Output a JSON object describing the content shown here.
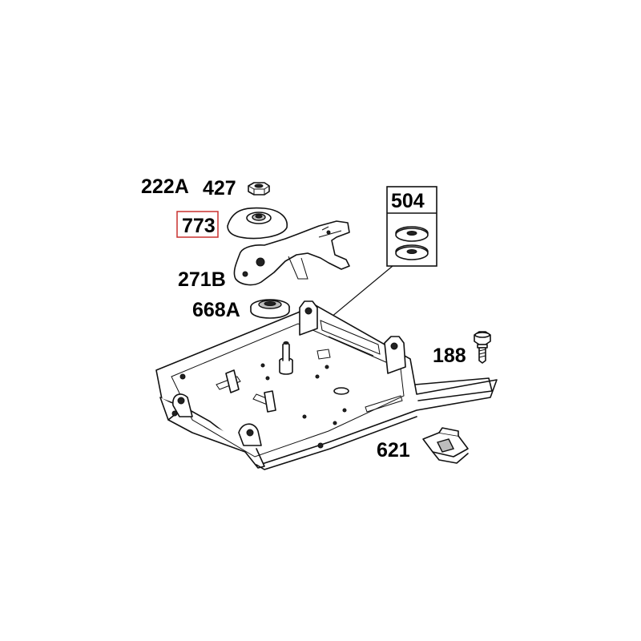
{
  "diagram": {
    "labels": {
      "p222A": "222A",
      "p427": "427",
      "p773": "773",
      "p504": "504",
      "p271B": "271B",
      "p668A": "668A",
      "p188": "188",
      "p621": "621"
    },
    "highlight_color": "#c8302f"
  }
}
